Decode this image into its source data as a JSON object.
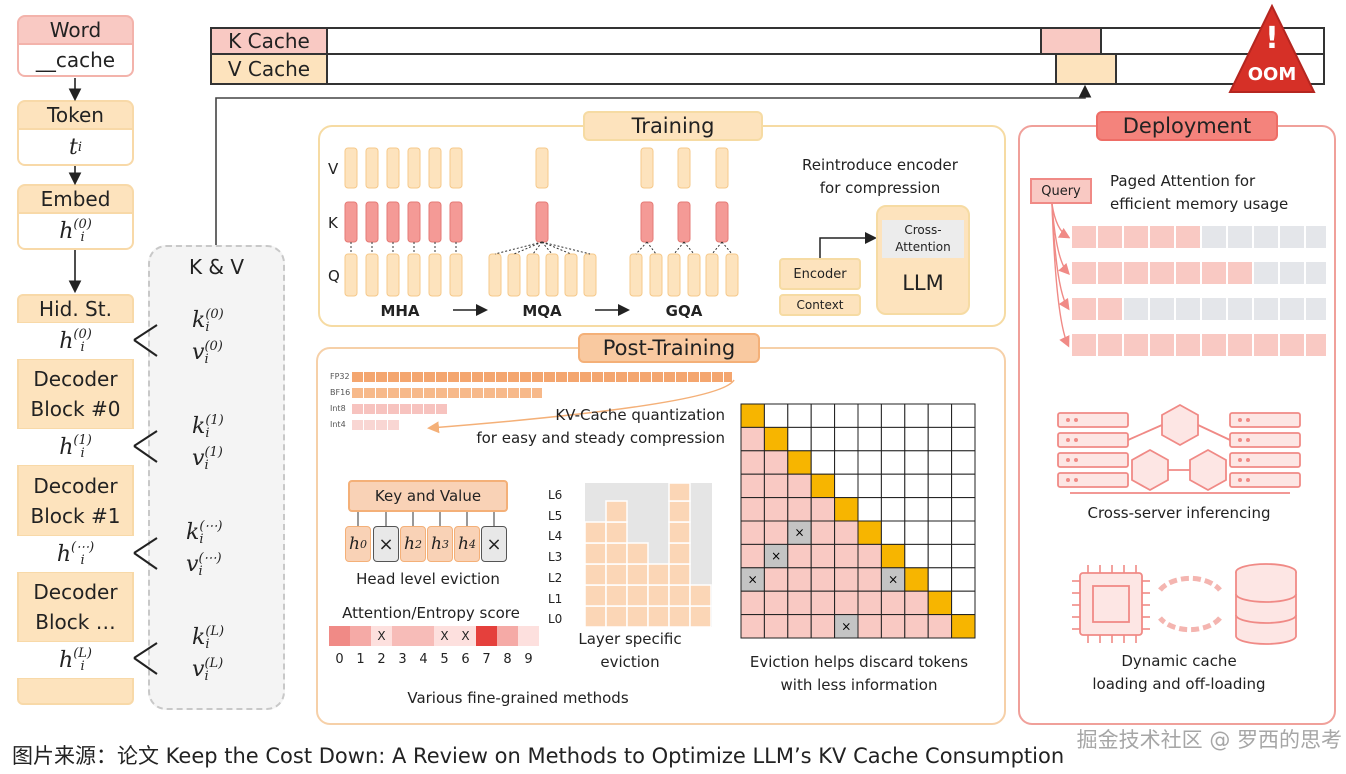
{
  "left_column": {
    "word_label": "Word",
    "word_value": "__cache",
    "token_label": "Token",
    "token_math": "t",
    "token_sub": "i",
    "embed_label": "Embed",
    "h0_base": "h",
    "hid_label": "Hid. St.",
    "decoder0": [
      "Decoder",
      "Block #0"
    ],
    "decoder1": [
      "Decoder",
      "Block #1"
    ],
    "decoderN": [
      "Decoder",
      "Block …"
    ],
    "h_sup": [
      "(0)",
      "(1)",
      "(⋯)",
      "(L)"
    ]
  },
  "kv_column": {
    "title": "K & V",
    "k": "k",
    "v": "v",
    "sub": "i",
    "sups": [
      "(0)",
      "(1)",
      "(⋯)",
      "(L)"
    ]
  },
  "cache_bar": {
    "k_label": "K Cache",
    "v_label": "V Cache",
    "oom_label": "OOM",
    "oom_mark": "!"
  },
  "training": {
    "title": "Training",
    "row_labels": [
      "V",
      "K",
      "Q"
    ],
    "mha": "MHA",
    "mqa": "MQA",
    "gqa": "GQA",
    "encoder_note": [
      "Reintroduce encoder",
      "for compression"
    ],
    "cross_attention": [
      "Cross-",
      "Attention"
    ],
    "encoder": "Encoder",
    "context": "Context",
    "llm": "LLM"
  },
  "post_training": {
    "title": "Post-Training",
    "quant_labels": [
      "FP32",
      "BF16",
      "Int8",
      "Int4"
    ],
    "quant_text": [
      "KV-Cache quantization",
      "for easy and steady compression"
    ],
    "key_value": "Key and Value",
    "heads": [
      "h",
      "×",
      "h",
      "h",
      "h",
      "×"
    ],
    "head_subs": [
      "0",
      "",
      "2",
      "3",
      "4",
      ""
    ],
    "head_caption": "Head level eviction",
    "attn_caption": "Attention/Entropy score",
    "score_indices": [
      "0",
      "1",
      "2",
      "3",
      "4",
      "5",
      "6",
      "7",
      "8",
      "9"
    ],
    "score_marks": [
      "",
      "",
      "X",
      "",
      "",
      "X",
      "X",
      "",
      "",
      ""
    ],
    "layers": [
      "L6",
      "L5",
      "L4",
      "L3",
      "L2",
      "L1",
      "L0"
    ],
    "layer_caption": [
      "Layer specific",
      "eviction"
    ],
    "eviction_caption": [
      "Eviction helps discard tokens",
      "with less information"
    ],
    "fine_grained": "Various fine-grained methods",
    "grid_cross": "×"
  },
  "deployment": {
    "title": "Deployment",
    "query": "Query",
    "paged_text": [
      "Paged Attention for",
      "efficient memory usage"
    ],
    "cross_server": "Cross-server inferencing",
    "dynamic": [
      "Dynamic cache",
      "loading and off-loading"
    ]
  },
  "footer": {
    "caption": "图片来源：论文 Keep the Cost Down: A Review on Methods to Optimize LLM’s KV Cache Consumption",
    "watermark": "掘金技术社区 @ 罗西的思考"
  },
  "colors": {
    "pink": "#f9c9c3",
    "pink_dark": "#f08a86",
    "peach": "#fde3bd",
    "orange": "#f5c23a",
    "deploy_border": "#f0a09a",
    "training_border": "#f6dba3",
    "grey": "#e8e8e8"
  }
}
